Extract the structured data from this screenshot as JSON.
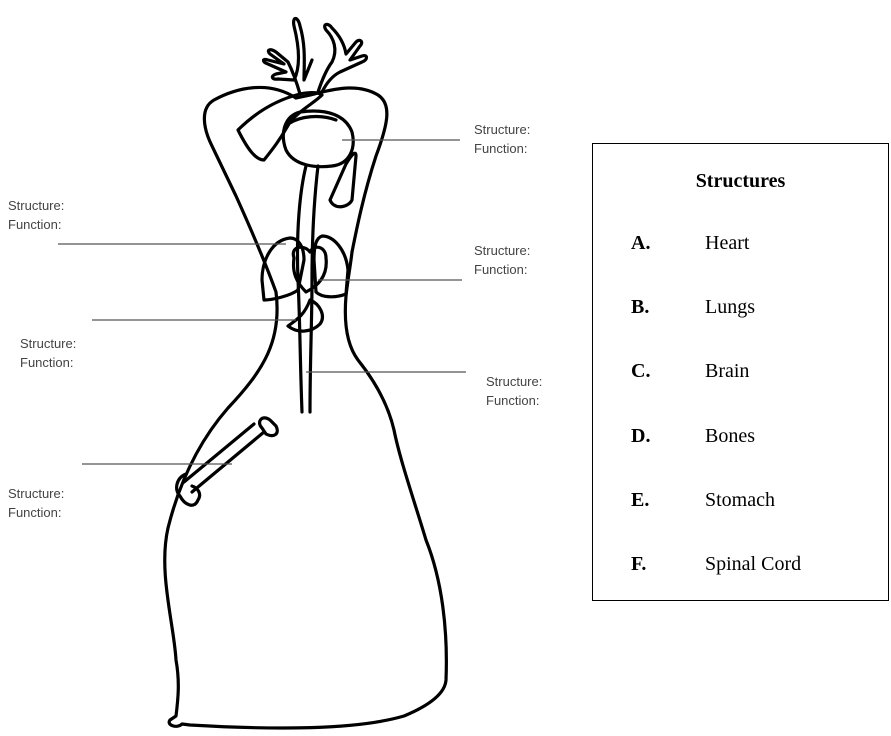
{
  "labels": [
    {
      "structure": "Structure:",
      "function": "Function:"
    },
    {
      "structure": "Structure:",
      "function": "Function:"
    },
    {
      "structure": "Structure:",
      "function": "Function:"
    },
    {
      "structure": "Structure:",
      "function": "Function:"
    },
    {
      "structure": "Structure:",
      "function": "Function:"
    },
    {
      "structure": "Structure:",
      "function": "Function:"
    }
  ],
  "structures_box": {
    "title": "Structures",
    "items": [
      {
        "letter": "A.",
        "name": "Heart"
      },
      {
        "letter": "B.",
        "name": "Lungs"
      },
      {
        "letter": "C.",
        "name": "Brain"
      },
      {
        "letter": "D.",
        "name": "Bones"
      },
      {
        "letter": "E.",
        "name": "Stomach"
      },
      {
        "letter": "F.",
        "name": "Spinal Cord"
      }
    ]
  }
}
